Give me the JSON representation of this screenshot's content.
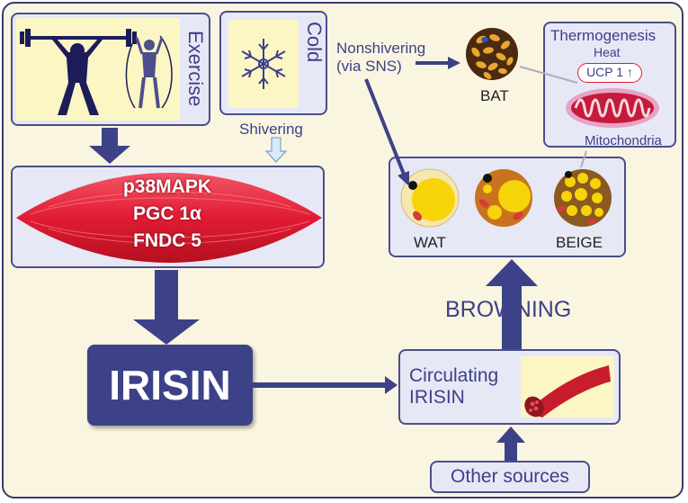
{
  "exercise": {
    "label": "Exercise"
  },
  "cold": {
    "label": "Cold"
  },
  "shivering": {
    "label": "Shivering"
  },
  "muscle": {
    "lines": [
      "p38MAPK",
      "PGC 1α",
      "FNDC 5"
    ]
  },
  "irisin": {
    "label": "IRISIN"
  },
  "nonshivering": {
    "line1": "Nonshivering",
    "line2": "(via SNS)"
  },
  "bat": {
    "label": "BAT"
  },
  "thermogenesis": {
    "title": "Thermogenesis",
    "heat": "Heat",
    "ucp1": "UCP 1 ↑",
    "mitochondria": "Mitochondria"
  },
  "fat_cells": {
    "wat": "WAT",
    "beige": "BEIGE"
  },
  "browning": {
    "label": "BROWNING"
  },
  "circulating": {
    "line1": "Circulating",
    "line2": "IRISIN"
  },
  "other_sources": {
    "label": "Other sources"
  },
  "colors": {
    "arrow": "#3d4188",
    "box_fill": "#e7e8f6",
    "inner_fill": "#fbf6c3",
    "muscle": "#e8213a",
    "fat_yellow": "#f7d40a",
    "fat_brown": "#8a5a1e"
  }
}
